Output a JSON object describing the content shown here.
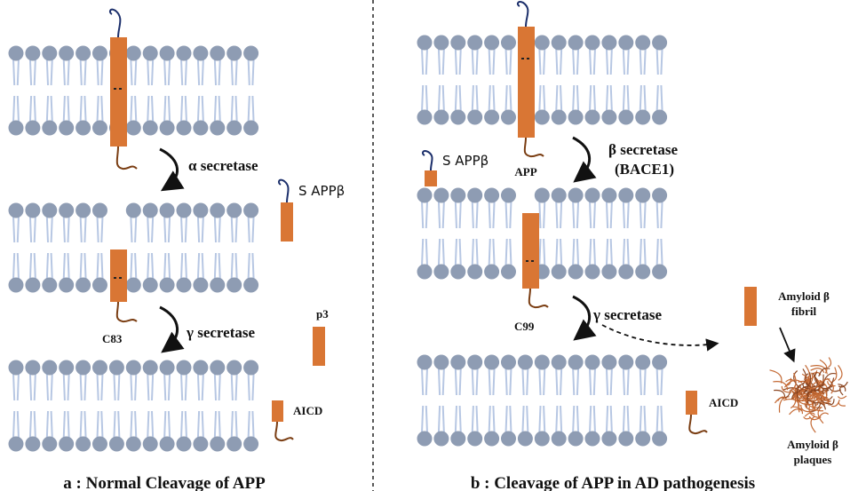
{
  "colors": {
    "protein": "#d97634",
    "lipid_head": "#8e9cb3",
    "lipid_tail": "#b7c7e3",
    "n_tail": "#1c2f6b",
    "c_tail": "#7a3d12",
    "plaque": "#c46a35"
  },
  "panel_a": {
    "title": "a : Normal Cleavage of APP",
    "step1_enzyme": "α secretase",
    "step2_enzyme": "γ secretase",
    "fragment_released": "S APPβ",
    "membrane_fragment": "C83",
    "p3": "p3",
    "aicd": "AICD"
  },
  "panel_b": {
    "title": "b : Cleavage of APP in AD pathogenesis",
    "app": "APP",
    "step1_enzyme": "β secretase",
    "step1_enzyme_alt": "(BACE1)",
    "fragment_released": "S APPβ",
    "membrane_fragment": "C99",
    "step2_enzyme": "γ secretase",
    "aicd": "AICD",
    "fibril_line1": "Amyloid β",
    "fibril_line2": "fibril",
    "plaques_line1": "Amyloid β",
    "plaques_line2": "plaques"
  }
}
